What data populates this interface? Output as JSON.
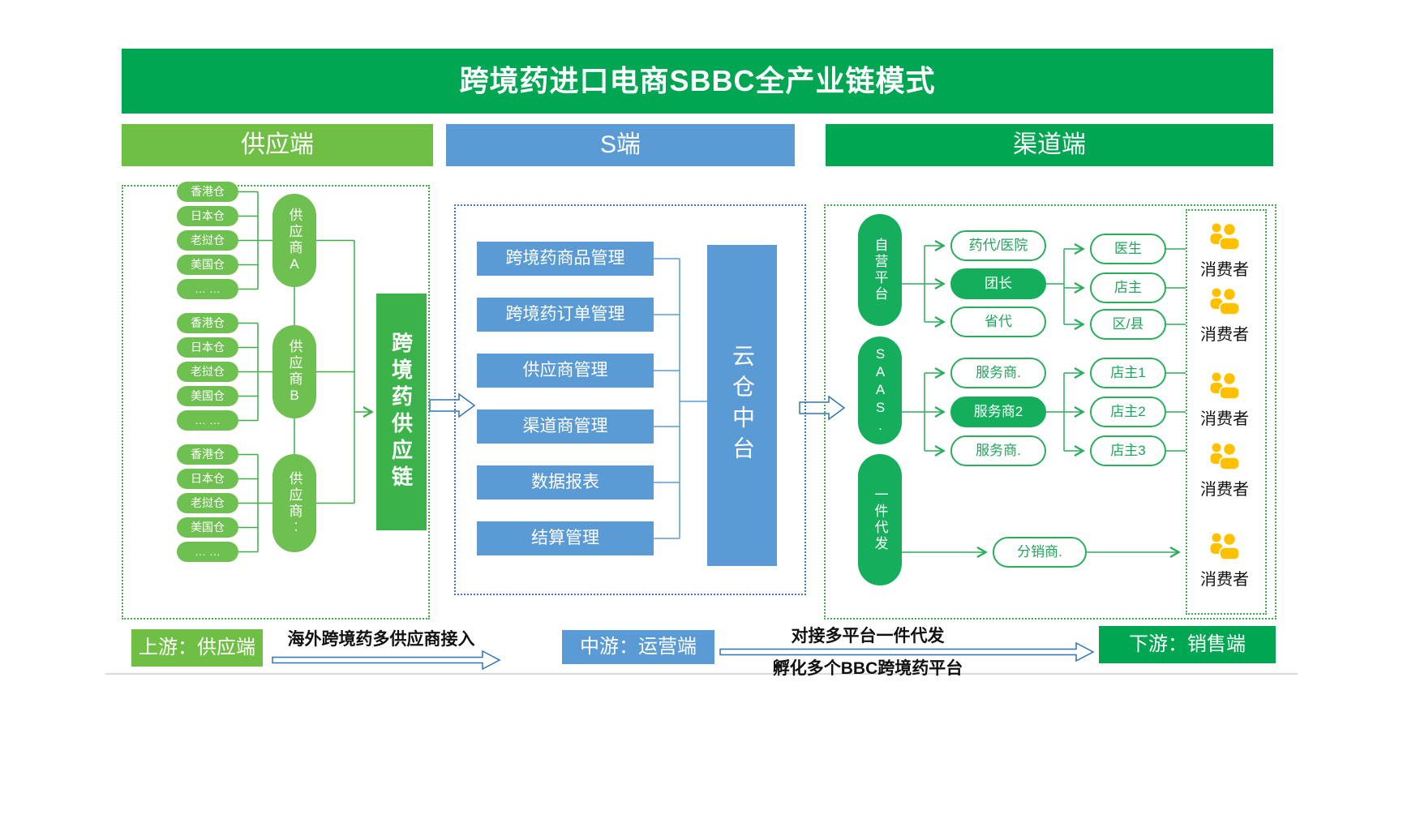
{
  "title": "跨境药进口电商SBBC全产业链模式",
  "colors": {
    "brand_green": "#00A651",
    "light_green": "#70BF45",
    "node_green": "#6EC050",
    "accent_green": "#2BAD5C",
    "chain_green": "#3CB34A",
    "blue": "#5B9BD5",
    "blue_border": "#4472C4",
    "arrow_blue": "#2E75B6",
    "consumer_orange": "#FFC000"
  },
  "bars": {
    "supply": "供应端",
    "s": "S端",
    "channel": "渠道端"
  },
  "supply": {
    "groups": [
      {
        "warehouses": [
          "香港仓",
          "日本仓",
          "老挝仓",
          "美国仓",
          "… …"
        ],
        "supplier": "供应商A"
      },
      {
        "warehouses": [
          "香港仓",
          "日本仓",
          "老挝仓",
          "美国仓",
          "… …"
        ],
        "supplier": "供应商B"
      },
      {
        "warehouses": [
          "香港仓",
          "日本仓",
          "老挝仓",
          "美国仓",
          "… …"
        ],
        "supplier": "供应商‥"
      }
    ],
    "chain_box": "跨境药供应链"
  },
  "s_side": {
    "modules": [
      "跨境药商品管理",
      "跨境药订单管理",
      "供应商管理",
      "渠道商管理",
      "数据报表",
      "结算管理"
    ],
    "hub": "云仓中台"
  },
  "channel": {
    "platforms": [
      "自营平台",
      "SAAS.",
      "一件代发"
    ],
    "agents": [
      "药代/医院",
      "团长",
      "省代",
      "服务商.",
      "服务商2",
      "服务商."
    ],
    "distributor": "分销商.",
    "retailers": [
      "医生",
      "店主",
      "区/县",
      "店主1",
      "店主2",
      "店主3"
    ],
    "consumers": [
      "消费者",
      "消费者",
      "消费者",
      "消费者",
      "消费者"
    ]
  },
  "bottom": {
    "upstream": "上游：供应端",
    "midstream": "中游：运营端",
    "downstream": "下游：销售端",
    "arrow1_label": "海外跨境药多供应商接入",
    "arrow2_label_top": "对接多平台一件代发",
    "arrow2_label_bottom": "孵化多个BBC跨境药平台"
  }
}
